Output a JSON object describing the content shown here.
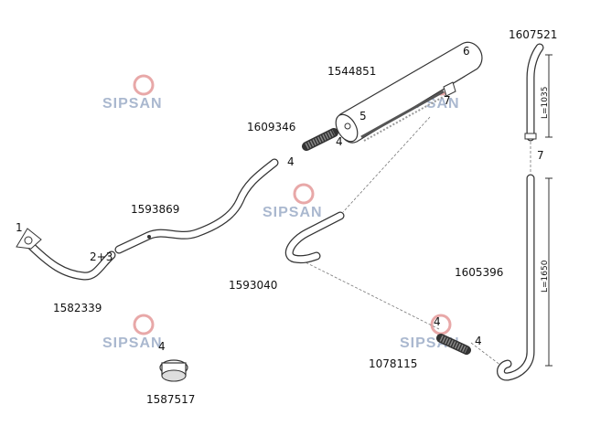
{
  "watermark": "SIPSAN",
  "parts": {
    "muffler": "1544851",
    "tailpipe_short": "1607521",
    "flex_hose_upper": "1609346",
    "mid_pipe": "1593869",
    "front_pipe": "1582339",
    "bend_pipe": "1593040",
    "tailpipe_long": "1605396",
    "flex_hose_lower": "1078115",
    "clamp": "1587517"
  },
  "callouts": {
    "c1": "1",
    "c2_3": "2+3",
    "c4_a": "4",
    "c4_b": "4",
    "c4_c": "4",
    "c4_d": "4",
    "c4_e": "4",
    "c5": "5",
    "c6": "6",
    "c7_a": "7",
    "c7_b": "7"
  },
  "dimensions": {
    "short": "L=1035",
    "long": "L=1650"
  }
}
